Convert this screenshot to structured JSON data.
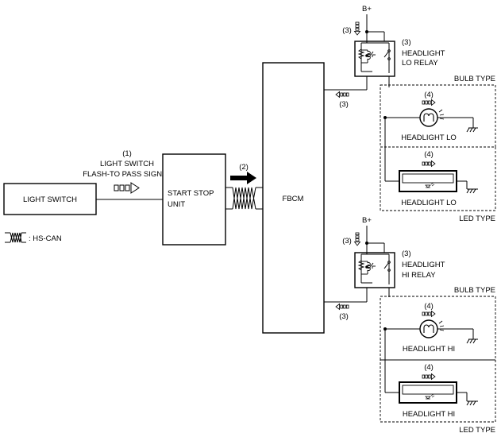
{
  "blocks": {
    "light_switch": "LIGHT SWITCH",
    "start_stop_unit": [
      "START STOP",
      "UNIT"
    ],
    "fbcm": "FBCM"
  },
  "signals": {
    "s1_num": "(1)",
    "s1_text": [
      "LIGHT SWITCH",
      "FLASH-TO PASS SIGNAL"
    ],
    "s2_num": "(2)",
    "s3_num": "(3)",
    "s4_num": "(4)"
  },
  "legend": {
    "hs_can": ": HS-CAN"
  },
  "supply": "B+",
  "lo_relay": [
    "HEADLIGHT",
    "LO RELAY"
  ],
  "hi_relay": [
    "HEADLIGHT",
    "HI RELAY"
  ],
  "lo_bulb": "HEADLIGHT LO",
  "hi_bulb": "HEADLIGHT HI",
  "bulb_type": "BULB TYPE",
  "led_type": "LED TYPE"
}
